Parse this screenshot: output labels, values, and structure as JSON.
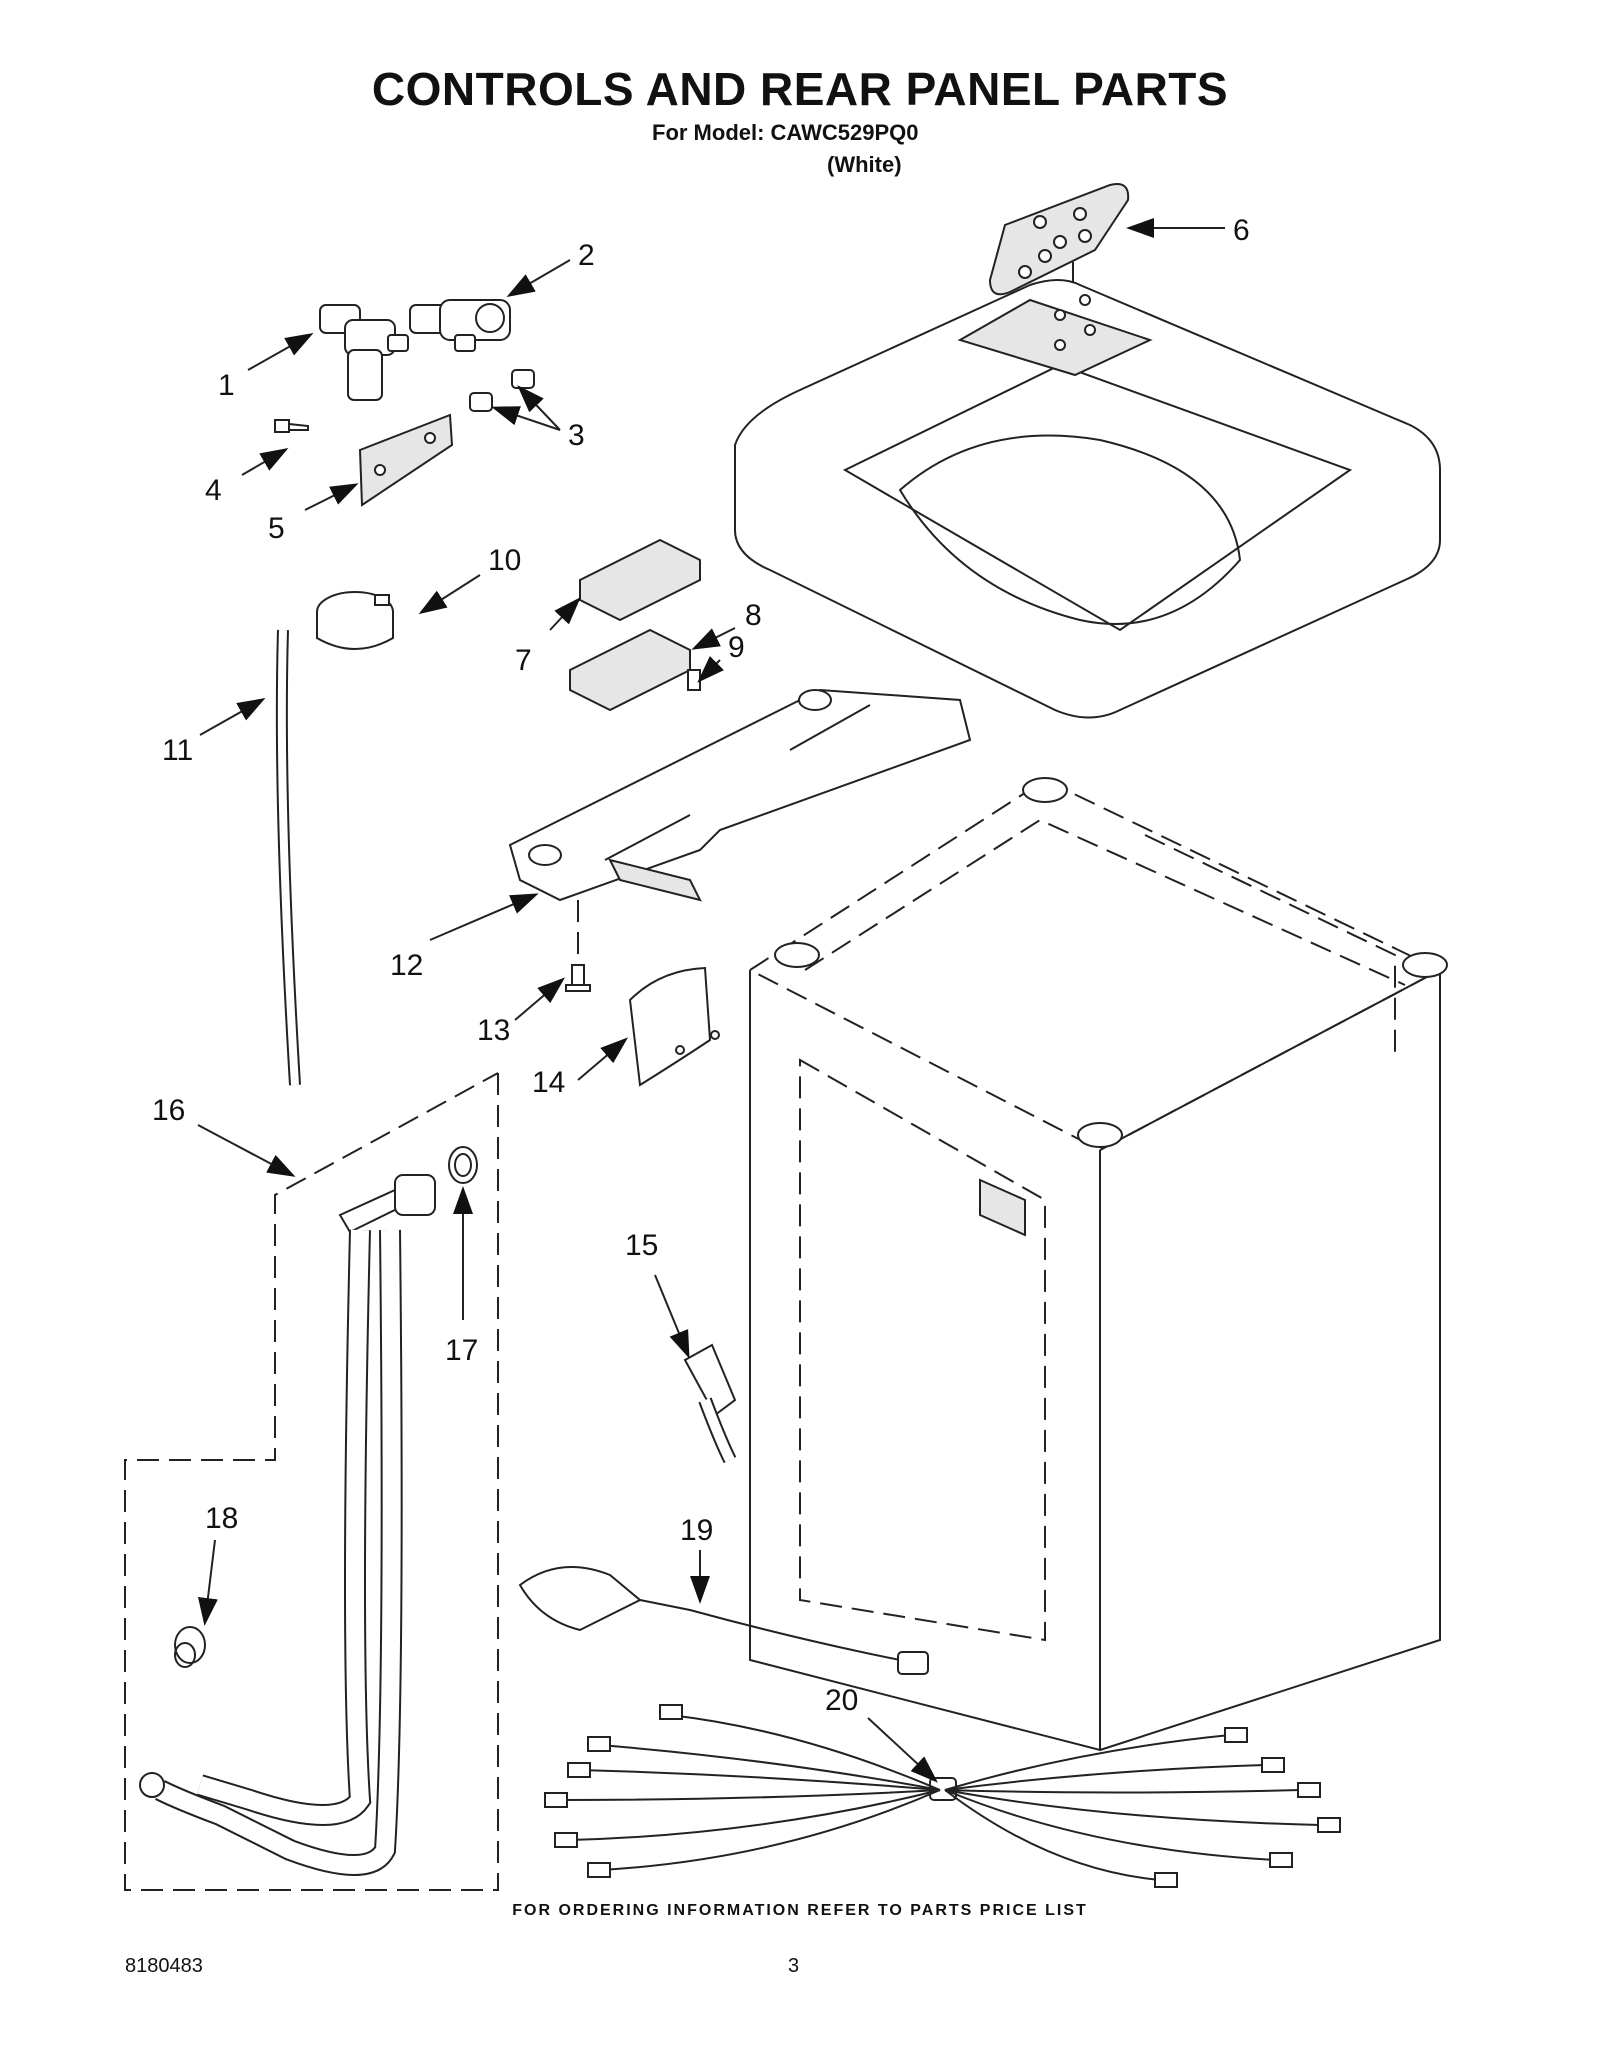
{
  "header": {
    "title": "CONTROLS AND REAR PANEL PARTS",
    "model_line": "For Model: CAWC529PQ0",
    "color_line": "(White)"
  },
  "footer": {
    "ordering_note": "FOR ORDERING INFORMATION REFER TO PARTS PRICE LIST",
    "document_number": "8180483",
    "page_number": "3"
  },
  "callouts": [
    "1",
    "2",
    "3",
    "4",
    "5",
    "6",
    "7",
    "8",
    "9",
    "10",
    "11",
    "12",
    "13",
    "14",
    "15",
    "16",
    "17",
    "18",
    "19",
    "20"
  ]
}
